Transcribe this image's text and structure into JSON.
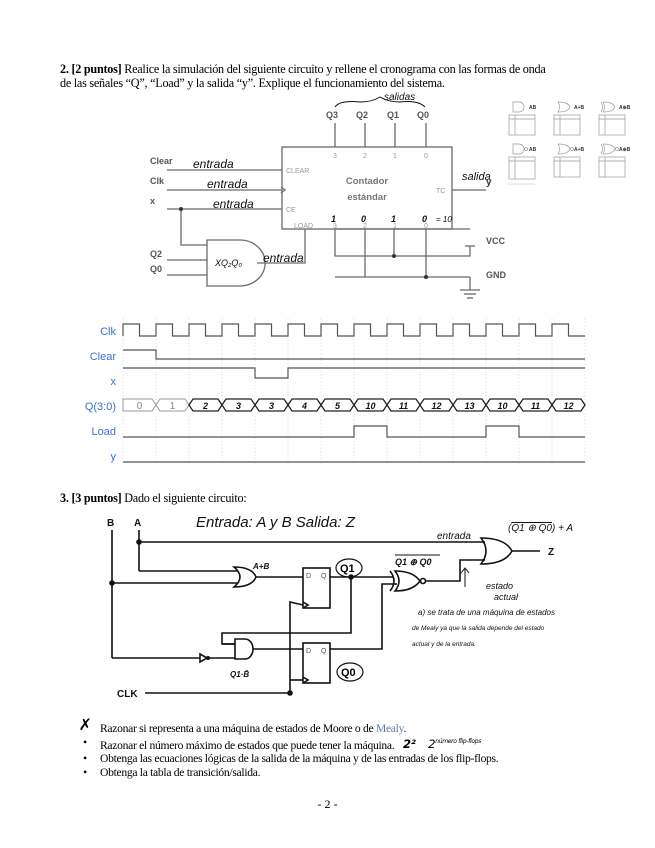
{
  "question2": {
    "number": "2.",
    "points": "[2 puntos]",
    "text_line1": "Realice la simulación del siguiente circuito y rellene el cronograma con las formas de onda",
    "text_line2": "de las señales “Q”, “Load” y la salida “y”. Explique el funcionamiento del sistema."
  },
  "circuit1": {
    "inputs": [
      "Clear",
      "Clk",
      "x"
    ],
    "input_annotations": [
      "entrada",
      "entrada",
      "entrada"
    ],
    "gate_inputs": [
      "Q2",
      "Q0"
    ],
    "gate_label": "XQ₂Q₀",
    "gate_annotation": "entrada",
    "outputs": [
      "Q3",
      "Q2",
      "Q1",
      "Q0"
    ],
    "outputs_annotation": "salidas",
    "counter_title_line1": "Contador",
    "counter_title_line2": "estándar",
    "pin_clear": "CLEAR",
    "pin_ce": "CE",
    "pin_load": "LOAD",
    "pin_tc": "TC",
    "top_pin_numbers": [
      "3",
      "2",
      "1",
      "0"
    ],
    "load_pin_numbers": [
      "3",
      "2",
      "1",
      "0"
    ],
    "load_values_annotation": [
      "1",
      "0",
      "1",
      "0"
    ],
    "load_value_result": "= 10",
    "tc_output": "y",
    "tc_annotation": "salida",
    "vcc_label": "VCC",
    "gnd_label": "GND"
  },
  "gate_reference_card": {
    "gates": [
      "AND",
      "OR",
      "XOR",
      "NAND",
      "NOR",
      "XNOR"
    ],
    "annotations": [
      "AB",
      "A+B",
      "A⊕B",
      "AB",
      "A+B",
      "A⊕B"
    ]
  },
  "chart_data": {
    "type": "timing",
    "signals": [
      "Clk",
      "Clear",
      "x",
      "Q(3:0)",
      "Load",
      "y"
    ],
    "periods": 14,
    "clk": "square, 14 cycles",
    "clear": [
      1,
      0,
      0,
      0,
      0,
      0,
      0,
      0,
      0,
      0,
      0,
      0,
      0,
      0
    ],
    "x": [
      1,
      1,
      1,
      1,
      0,
      1,
      1,
      1,
      1,
      1,
      1,
      1,
      1,
      1
    ],
    "q_values": [
      "0",
      "1",
      "2",
      "3",
      "3",
      "4",
      "5",
      "10",
      "11",
      "12",
      "13",
      "10",
      "11",
      "12"
    ],
    "q_given_count": 2,
    "load": [
      0,
      0,
      0,
      0,
      0,
      0,
      0,
      1,
      0,
      0,
      0,
      1,
      0,
      0
    ],
    "y": [
      0,
      0,
      0,
      0,
      0,
      0,
      0,
      0,
      0,
      0,
      0,
      0,
      0,
      0
    ]
  },
  "question3": {
    "number": "3.",
    "points": "[3 puntos]",
    "text": "Dado el siguiente circuito:"
  },
  "circuit2": {
    "inputs": [
      "B",
      "A"
    ],
    "clk_label": "CLK",
    "title_annotation": "Entrada: A y B  Salida: Z",
    "or_annotation": "A+B",
    "ff_d": "D",
    "ff_q": "Q",
    "q1_label": "Q1",
    "q0_label": "Q0",
    "and_annotation": "Q1·B̄",
    "xnor_annotation": "Q1 ⊕ Q0",
    "entrada_annotation": "entrada",
    "output_label": "Z",
    "output_expr_inner": "Q1 ⊕ Q0",
    "output_expr_tail": ") + A",
    "estado_annotation_1": "estado",
    "estado_annotation_2": "actual",
    "answer_a_line1": "a) se trata de una máquina de estados",
    "answer_a_line2": "de Mealy ya que la salida depende del estado",
    "answer_a_line3": "actual y de la entrada."
  },
  "tasks": [
    {
      "marker": "✗",
      "text": "Razonar si representa a una máquina de estados de Moore o de ",
      "highlight": "Mealy",
      "suffix": "."
    },
    {
      "marker": "•",
      "text": "Razonar el número máximo de estados que puede tener la máquina.",
      "note1": "2²",
      "note2": "2",
      "note2_sup": "número flip-flops"
    },
    {
      "marker": "•",
      "text": "Obtenga las ecuaciones lógicas de la salida de la máquina y de las entradas de los flip-flops."
    },
    {
      "marker": "•",
      "text": "Obtenga la tabla de transición/salida."
    }
  ],
  "page_number": "- 2 -",
  "colors": {
    "signal_label": "#3d6fd8",
    "waveform": "#555555",
    "grid": "#d8d8d8",
    "circuit_gray": "#666666",
    "highlight": "#5b7fa6"
  }
}
